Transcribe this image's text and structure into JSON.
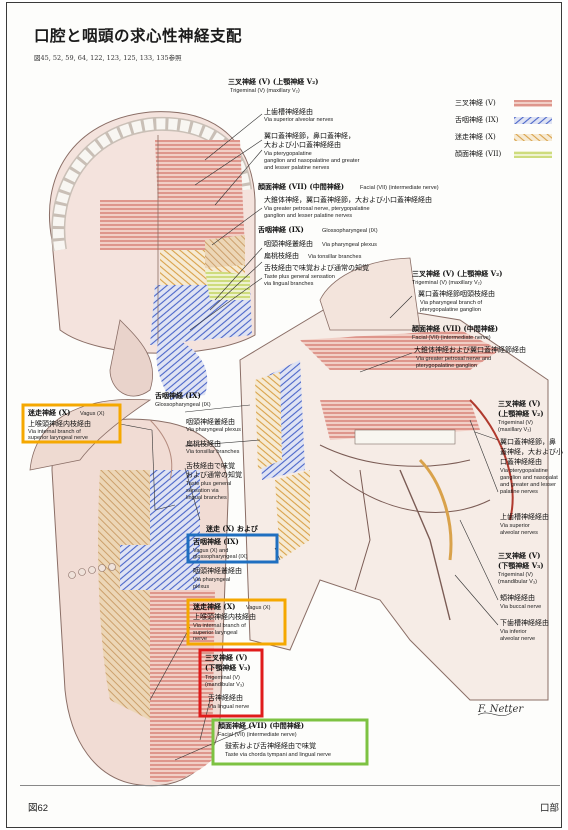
{
  "page": {
    "title": "口腔と咽頭の求心性神経支配",
    "refs": "図45, 52, 59, 64, 122, 123, 125, 133, 135参照",
    "figure_label": "図62",
    "section_label": "口部",
    "signature": "F. Netter"
  },
  "legend": [
    {
      "jp": "三叉神経 (V)",
      "color": "#d97c74",
      "pattern": "solid"
    },
    {
      "jp": "舌咽神経 (IX)",
      "color": "#4b66c9",
      "pattern": "hatch"
    },
    {
      "jp": "迷走神経 (X)",
      "color": "#e5b05c",
      "pattern": "hatch"
    },
    {
      "jp": "顔面神経 (VII)",
      "color": "#b5c93a",
      "pattern": "solid"
    }
  ],
  "upper": {
    "trig_header_jp": "三叉神経 (V) (上顎神経 V₂)",
    "trig_header_en": "Trigeminal (V) (maxillary V₂)",
    "l1_jp": "上歯槽神経経由",
    "l1_en": "Via superior alveolar nerves",
    "l2_jp1": "翼口蓋神経節，鼻口蓋神経，",
    "l2_jp2": "大および小口蓋神経経由",
    "l2_en1": "Via pterygopalatine",
    "l2_en2": "ganglion and nasopalatine and greater",
    "l2_en3": "and lesser palatine nerves",
    "fac_header_jp": "顔面神経 (VII) (中間神経)",
    "fac_header_en": "Facial (VII) (intermediate nerve)",
    "l3_jp": "大錐体神経，翼口蓋神経節，大および小口蓋神経経由",
    "l3_en1": "Via greater petrosal nerve, pterygopalatine",
    "l3_en2": "ganglion and lesser palatine nerves",
    "glo_header_jp": "舌咽神経 (IX)",
    "glo_header_en": "Glossopharyngeal (IX)",
    "l4_jp": "咽頭神経叢経由",
    "l4_en": "Via pharyngeal plexus",
    "l5_jp": "扁桃枝経由",
    "l5_en": "Via tonsillar branches",
    "l6_jp": "舌枝経由で味覚および通常の知覚",
    "l6_en1": "Taste plus general sensation",
    "l6_en2": "via lingual branches"
  },
  "right": {
    "trig_jp": "三叉神経 (V) (上顎神経 V₂)",
    "trig_en": "Trigeminal (V) (maxillary V₂)",
    "r1_jp": "翼口蓋神経節咽頭枝経由",
    "r1_en1": "Via pharyngeal branch of",
    "r1_en2": "pterygopalatine ganglion",
    "fac_jp": "顔面神経 (VII) (中間神経)",
    "fac_en": "Facial (VII) (intermediate nerve)",
    "r2_jp": "大錐体神経および翼口蓋神経節経由",
    "r2_en1": "Via greater petrosal nerve and",
    "r2_en2": "pterygopalatine ganglion",
    "trig2_jp1": "三叉神経 (V)",
    "trig2_jp2": "(上顎神経 V₂)",
    "trig2_en1": "Trigeminal (V)",
    "trig2_en2": "(maxillary V₂)",
    "r3_jp1": "翼口蓋神経節，鼻",
    "r3_jp2": "蓋神経，大および小",
    "r3_jp3": "口蓋神経経由",
    "r3_en1": "Via pterygopalatine",
    "r3_en2": "ganglion and nasopalat",
    "r3_en3": "and greater and lesser",
    "r3_en4": "palatine nerves",
    "r4_jp": "上歯槽神経経由",
    "r4_en1": "Via superior",
    "r4_en2": "alveolar nerves",
    "trig3_jp1": "三叉神経 (V)",
    "trig3_jp2": "(下顎神経 V₃)",
    "trig3_en1": "Trigeminal (V)",
    "trig3_en2": "(mandibular V₃)",
    "r5_jp": "頬神経経由",
    "r5_en": "Via buccal nerve",
    "r6_jp": "下歯槽神経経由",
    "r6_en1": "Via inferior",
    "r6_en2": "alveolar nerve"
  },
  "lower": {
    "vag_jp": "迷走神経 (X)",
    "vag_en": "Vagus (X)",
    "vag_l_jp": "上喉頭神経内枝経由",
    "vag_l_en1": "Via internal branch of",
    "vag_l_en2": "superior laryngeal nerve",
    "glo_jp": "舌咽神経 (IX)",
    "glo_en": "Glossopharyngeal (IX)",
    "m1_jp": "咽頭神経叢経由",
    "m1_en": "Via pharyngeal plexus",
    "m2_jp": "扁桃枝経由",
    "m2_en": "Via tonsillar branches",
    "m3_jp1": "舌枝経由で味覚",
    "m3_jp2": "および通常の知覚",
    "m3_en1": "Taste plus general",
    "m3_en2": "sensation via",
    "m3_en3": "lingual branches",
    "blue_top": "迷走 (X) および",
    "blue_jp": "舌咽神経 (IX)",
    "blue_en1": "Vagus (X) and",
    "blue_en2": "glossopharyngeal (IX)",
    "m4_jp": "咽頭神経叢経由",
    "m4_en1": "Via pharyngeal",
    "m4_en2": "plexus",
    "vag2_jp": "迷走神経 (X)",
    "vag2_en": "Vagus (X)",
    "vag2_l_jp": "上喉頭神経内枝経由",
    "vag2_l_en1": "Via internal branch of",
    "vag2_l_en2": "superior laryngeal",
    "vag2_l_en3": "nerve",
    "red_jp1": "三叉神経 (V)",
    "red_jp2": "(下顎神経 V₃)",
    "red_en1": "Trigeminal (V)",
    "red_en2": "(mandibular V₃)",
    "red_l_jp": "舌神経経由",
    "red_l_en": "Via lingual nerve",
    "green_jp": "顔面神経 (VII) (中間神経)",
    "green_en": "Facial (VII) (intermediate nerve)",
    "green_l_jp": "鼓索および舌神経経由で味覚",
    "green_l_en": "Taste via chorda tympani and lingual nerve"
  },
  "colors": {
    "trigeminal": "#d97c74",
    "glossopharyngeal": "#4b66c9",
    "vagus": "#e5b05c",
    "facial": "#b5c93a",
    "box_orange": "#f5a800",
    "box_blue": "#1f6fc0",
    "box_red": "#e01b1b",
    "box_green": "#7dc242"
  }
}
